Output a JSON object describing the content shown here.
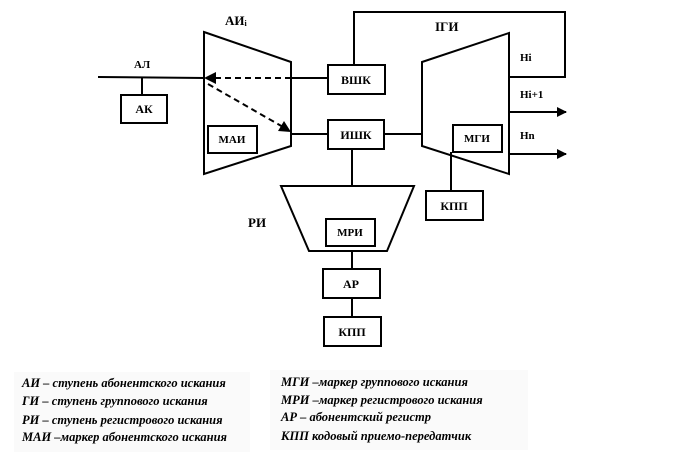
{
  "labels": {
    "ai": "АИ",
    "ai_sub": "i",
    "al": "АЛ",
    "gi": "IГИ",
    "ri": "РИ",
    "h_i": "Hi",
    "h_i1": "Hi+1",
    "h_n": "Hn"
  },
  "blocks": {
    "ak": "АК",
    "mai": "МАИ",
    "vshk": "ВШК",
    "ishk": "ИШК",
    "mgi": "МГИ",
    "kpp_gi": "КПП",
    "mri": "МРИ",
    "ar": "АР",
    "kpp_ri": "КПП"
  },
  "legend": {
    "left": [
      "АИ – ступень абонентского искания",
      "ГИ – ступень группового искания",
      "РИ – ступень регистрового искания",
      "МАИ –маркер абонентского искания"
    ],
    "right": [
      "МГИ –маркер группового искания",
      "МРИ –маркер регистрового искания",
      "АР – абонентский регистр",
      "КПП кодовый приемо-передатчик"
    ]
  }
}
